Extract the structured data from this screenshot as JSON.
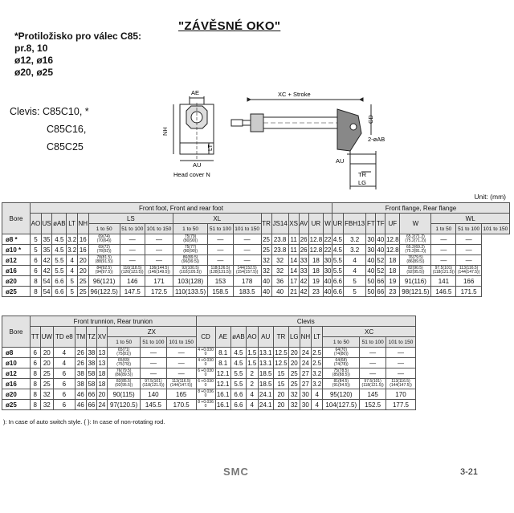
{
  "title": "\"ZÁVĚSNÉ OKO\"",
  "note_lines": [
    "*Protiložisko pro válec C85:",
    "pr.8, 10",
    "ø12, ø16",
    "ø20, ø25"
  ],
  "clevis_lines": [
    "Clevis: C85C10, *",
    "C85C16,",
    "C85C25"
  ],
  "drawing": {
    "labels": {
      "ae": "AE",
      "nh": "NH",
      "lt": "LT",
      "au": "AU",
      "head": "Head cover N",
      "xc": "XC + Stroke",
      "cd": "CD",
      "ab": "2-øAB",
      "au2": "AU",
      "tr": "TR",
      "lg": "LG"
    }
  },
  "unit": "Unit: (mm)",
  "table1": {
    "bore": "Bore",
    "ff_group": "Front foot, Front and rear foot",
    "fl_group": "Front flange, Rear flange",
    "cols_ff": [
      "AO",
      "US",
      "øAB",
      "LT",
      "NH"
    ],
    "ls": "LS",
    "xl": "XL",
    "cols_mid": [
      "TR",
      "JS14",
      "XS",
      "AV",
      "UR",
      "W"
    ],
    "cols_fl": [
      "UR",
      "FBH13",
      "FT",
      "TF",
      "UF",
      "W"
    ],
    "wl": "WL",
    "ranges": [
      "1 to 50",
      "51 to 100",
      "101 to 150"
    ],
    "rows": [
      {
        "bore": "ø8 *",
        "ff": [
          "5",
          "35",
          "4.5",
          "3.2",
          "16"
        ],
        "ls": [
          "69(74)\n(70(64))",
          "—",
          "—"
        ],
        "xl": [
          "75(79)\n(80(90))",
          "—",
          "—"
        ],
        "mid": [
          "25",
          "23.8",
          "11",
          "26",
          "12.8"
        ],
        "fl": [
          "22",
          "4.5",
          "3.2",
          "30",
          "40",
          "12.8"
        ],
        "wl": [
          "65.2(71.2)\n(75.2(71.2))",
          "—",
          "—"
        ]
      },
      {
        "bore": "ø10 *",
        "ff": [
          "5",
          "35",
          "4.5",
          "3.2",
          "16"
        ],
        "ls": [
          "69(72)\n(78(92))",
          "—",
          "—"
        ],
        "xl": [
          "75(77)\n(80(90))",
          "—",
          "—"
        ],
        "mid": [
          "25",
          "23.8",
          "11",
          "26",
          "12.8"
        ],
        "fl": [
          "22",
          "4.5",
          "3.2",
          "30",
          "40",
          "12.8"
        ],
        "wl": [
          "65.2(69.2)\n(75.2(81.2))",
          "—",
          "—"
        ]
      },
      {
        "bore": "ø12",
        "ff": [
          "6",
          "42",
          "5.5",
          "4",
          "20"
        ],
        "ls": [
          "78(81.5)\n(88(91.5))",
          "—",
          "—"
        ],
        "xl": [
          "86(89.5)\n(96(99.5))",
          "—",
          "—"
        ],
        "mid": [
          "32",
          "32",
          "14",
          "33",
          "18"
        ],
        "fl": [
          "30",
          "5.5",
          "4",
          "40",
          "52",
          "18"
        ],
        "wl": [
          "76(79.5)\n(86(89.5))",
          "—",
          "—"
        ]
      },
      {
        "bore": "ø16",
        "ff": [
          "6",
          "42",
          "5.5",
          "4",
          "20"
        ],
        "ls": [
          "84(92.5)\n(94(97.5))",
          "110(118.5)\n(120(123.5))",
          "136(144.5)\n(146(149.5))"
        ],
        "xl": [
          "92(100.5)\n(102(105.5))",
          "118(126.5)\n(128(131.5))",
          "144(152.5)\n(154(157.5))"
        ],
        "mid": [
          "32",
          "32",
          "14",
          "33",
          "18"
        ],
        "fl": [
          "30",
          "5.5",
          "4",
          "40",
          "52",
          "18"
        ],
        "wl": [
          "82(90.5)\n(92(95.5))",
          "97.5(101)\n(118(121.5))",
          "113(116.5)\n(144(147.5))"
        ]
      },
      {
        "bore": "ø20",
        "ff": [
          "8",
          "54",
          "6.6",
          "5",
          "25"
        ],
        "ls": [
          "96(121)",
          "146",
          "171"
        ],
        "xl": [
          "103(128)",
          "153",
          "178"
        ],
        "mid": [
          "40",
          "36",
          "17",
          "42",
          "19"
        ],
        "fl": [
          "40",
          "6.6",
          "5",
          "50",
          "66",
          "19"
        ],
        "wl": [
          "91(116)",
          "141",
          "166"
        ]
      },
      {
        "bore": "ø25",
        "ff": [
          "8",
          "54",
          "6.6",
          "5",
          "25"
        ],
        "ls": [
          "96(122.5)",
          "147.5",
          "172.5"
        ],
        "xl": [
          "110(133.5)",
          "158.5",
          "183.5"
        ],
        "mid": [
          "40",
          "40",
          "21",
          "42",
          "23"
        ],
        "fl": [
          "40",
          "6.6",
          "5",
          "50",
          "66",
          "23"
        ],
        "wl": [
          "98(121.5)",
          "146.5",
          "171.5"
        ]
      }
    ]
  },
  "table2": {
    "bore": "Bore",
    "tr_group": "Front trunnion, Rear trunion",
    "cl_group": "Clevis",
    "cols_tr": [
      "TT",
      "UW",
      "TD e8",
      "TM",
      "TZ",
      "XV"
    ],
    "zx": "ZX",
    "cols_cl": [
      "CD",
      "AE",
      "øAB",
      "AO",
      "AU",
      "TR",
      "LG",
      "NH",
      "LT"
    ],
    "xc": "XC",
    "ranges": [
      "1 to 50",
      "51 to 100",
      "101 to 150"
    ],
    "rows": [
      {
        "bore": "ø8",
        "tr": [
          "6",
          "20",
          "4",
          "26",
          "38",
          "13"
        ],
        "zx": [
          "65(71)\n(75(81))",
          "—",
          "—"
        ],
        "cl": [
          "4 +0.030\n0",
          "8.1",
          "4.5",
          "1.5",
          "13.1",
          "12.5",
          "20",
          "24",
          "2.5"
        ],
        "xc": [
          "64(70)\n(74(80))",
          "—",
          "—"
        ]
      },
      {
        "bore": "ø10",
        "tr": [
          "6",
          "20",
          "4",
          "26",
          "38",
          "13"
        ],
        "zx": [
          "65(69)\n(75(79))",
          "—",
          "—"
        ],
        "cl": [
          "4 +0.030\n0",
          "8.1",
          "4.5",
          "1.5",
          "13.1",
          "12.5",
          "20",
          "24",
          "2.5"
        ],
        "xc": [
          "64(68)\n(74(78))",
          "—",
          "—"
        ]
      },
      {
        "bore": "ø12",
        "tr": [
          "8",
          "25",
          "6",
          "38",
          "58",
          "18"
        ],
        "zx": [
          "76(79.5)\n(86(89.5))",
          "—",
          "—"
        ],
        "cl": [
          "6 +0.030\n0",
          "12.1",
          "5.5",
          "2",
          "18.5",
          "15",
          "25",
          "27",
          "3.2"
        ],
        "xc": [
          "75(78.5)\n(85(88.5))",
          "—",
          "—"
        ]
      },
      {
        "bore": "ø16",
        "tr": [
          "8",
          "25",
          "6",
          "38",
          "58",
          "18"
        ],
        "zx": [
          "82(85.5)\n(92(95.5))",
          "97.5(101)\n(118(121.5))",
          "113(116.5)\n(144(147.5))"
        ],
        "cl": [
          "6 +0.030\n0",
          "12.1",
          "5.5",
          "2",
          "18.5",
          "15",
          "25",
          "27",
          "3.2"
        ],
        "xc": [
          "81(84.5)\n(91(94.5))",
          "97.5(101)\n(118(121.5))",
          "113(116.5)\n(144(147.5))"
        ]
      },
      {
        "bore": "ø20",
        "tr": [
          "8",
          "32",
          "6",
          "46",
          "66",
          "20"
        ],
        "zx": [
          "90(115)",
          "140",
          "165"
        ],
        "cl": [
          "8 +0.036\n0",
          "16.1",
          "6.6",
          "4",
          "24.1",
          "20",
          "32",
          "30",
          "4"
        ],
        "xc": [
          "95(120)",
          "145",
          "170"
        ]
      },
      {
        "bore": "ø25",
        "tr": [
          "8",
          "32",
          "6",
          "46",
          "66",
          "24"
        ],
        "zx": [
          "97(120.5)",
          "145.5",
          "170.5"
        ],
        "cl": [
          "8 +0.036\n0",
          "16.1",
          "6.6",
          "4",
          "24.1",
          "20",
          "32",
          "30",
          "4"
        ],
        "xc": [
          "104(127.5)",
          "152.5",
          "177.5"
        ]
      }
    ]
  },
  "footnote": "): In case of auto switch style. { }: In case of non-rotating rod.",
  "logo": "SMC",
  "page_number": "3-21"
}
